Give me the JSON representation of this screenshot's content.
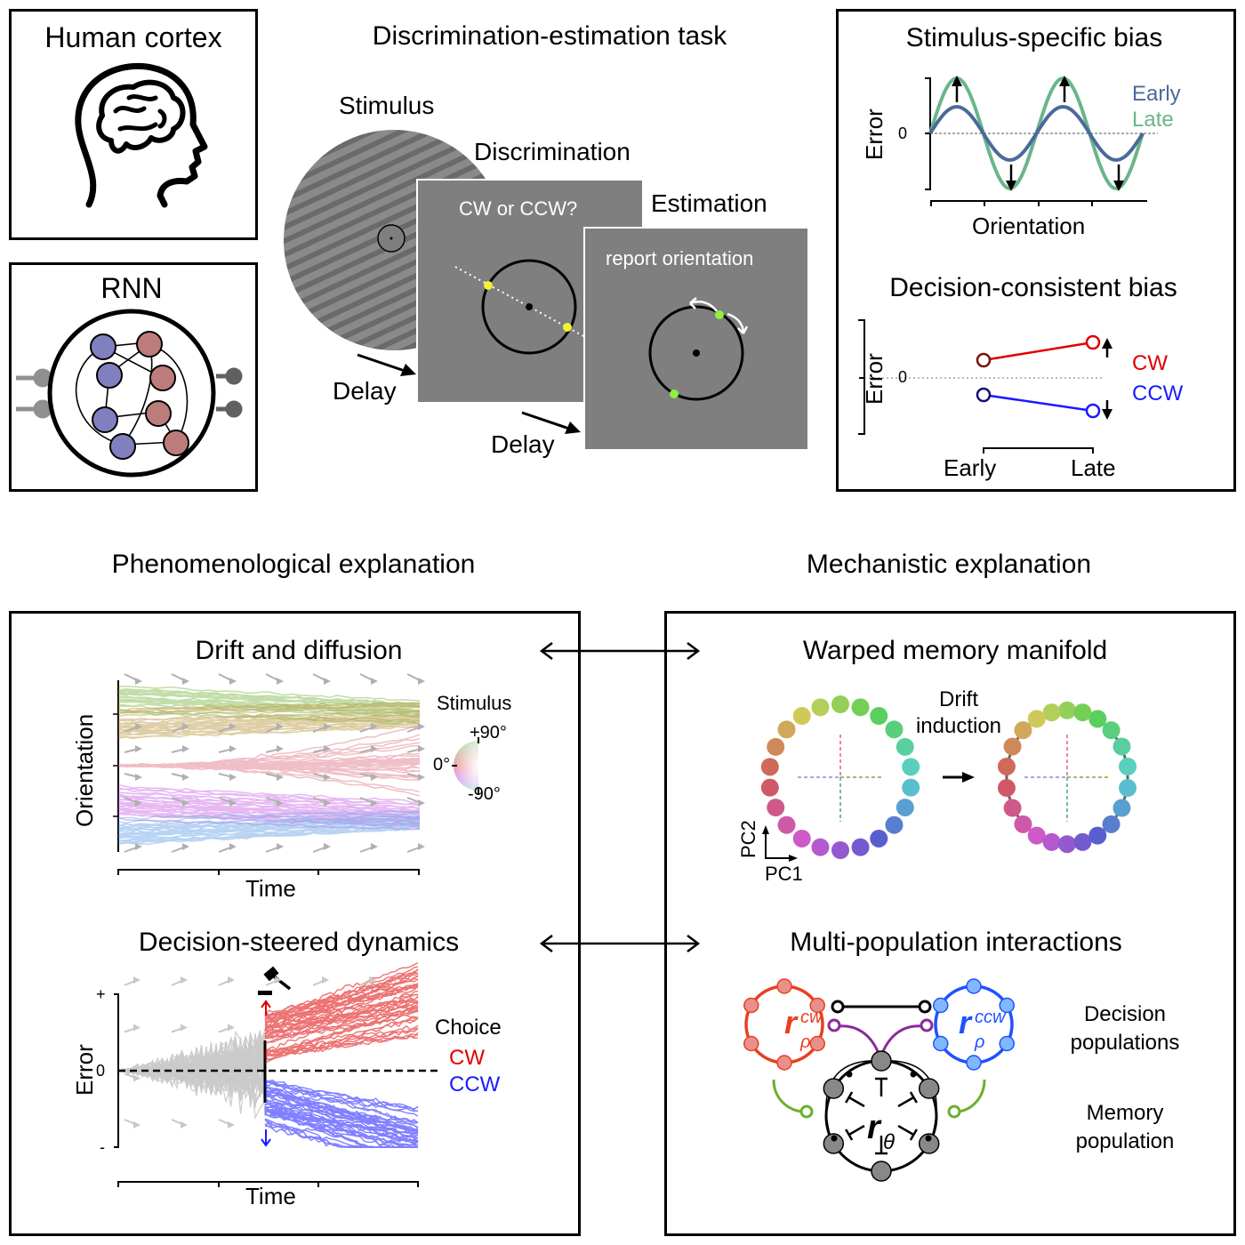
{
  "panels": {
    "human_cortex": {
      "title": "Human cortex",
      "icon": "brain-head-icon"
    },
    "rnn": {
      "title": "RNN",
      "icon": "rnn-network-icon",
      "units": {
        "excitatory_color": "#8080c0",
        "inhibitory_color": "#bd7c7c"
      }
    },
    "task": {
      "title": "Discrimination-estimation task",
      "stimulus_label": "Stimulus",
      "discrimination_label": "Discrimination",
      "discrimination_prompt": "CW or CCW?",
      "estimation_label": "Estimation",
      "estimation_prompt": "report orientation",
      "delay_label_1": "Delay",
      "delay_label_2": "Delay",
      "colors": {
        "screen": "#7f7f7f",
        "discrimination_marker": "#f5f030",
        "estimation_marker": "#8ff040"
      }
    },
    "stimulus_bias": {
      "title": "Stimulus-specific bias",
      "ylabel": "Error",
      "xlabel": "Orientation",
      "zero_tick": "0",
      "legend": [
        {
          "name": "Early",
          "color": "#4a6a9a"
        },
        {
          "name": "Late",
          "color": "#6bb58a"
        }
      ]
    },
    "decision_bias": {
      "title": "Decision-consistent bias",
      "ylabel": "Error",
      "zero_tick": "0",
      "categories": [
        "Early",
        "Late"
      ],
      "legend": [
        {
          "name": "CW",
          "color": "#e00000"
        },
        {
          "name": "CCW",
          "color": "#1a1aff"
        }
      ]
    }
  },
  "sections": {
    "phenomenological": "Phenomenological explanation",
    "mechanistic": "Mechanistic explanation"
  },
  "drift_diffusion": {
    "title": "Drift and diffusion",
    "ylabel": "Orientation",
    "xlabel": "Time",
    "legend_title": "Stimulus",
    "colorwheel_labels": {
      "top": "+90°",
      "mid": "0°",
      "bottom": "-90°"
    },
    "bands": [
      {
        "color": "#7ab540"
      },
      {
        "color": "#b8953a"
      },
      {
        "color": "#df7085"
      },
      {
        "color": "#c864e6"
      },
      {
        "color": "#64a0e6"
      }
    ]
  },
  "decision_steered": {
    "title": "Decision-steered dynamics",
    "ylabel": "Error",
    "xlabel": "Time",
    "y_ticks": {
      "top": "+",
      "zero": "0",
      "bottom": "-"
    },
    "legend_title": "Choice",
    "legend": [
      {
        "name": "CW",
        "color": "#e00000"
      },
      {
        "name": "CCW",
        "color": "#1a1aff"
      }
    ],
    "decision_icon": "gavel-icon"
  },
  "warped_manifold": {
    "title": "Warped memory manifold",
    "transition_label": "Drift induction",
    "axis_labels": {
      "x": "PC1",
      "y": "PC2"
    }
  },
  "multi_population": {
    "title": "Multi-population interactions",
    "cw_label_base": "r",
    "cw_sup": "cw",
    "cw_sub": "ρ",
    "ccw_label_base": "r",
    "ccw_sup": "ccw",
    "ccw_sub": "ρ",
    "memory_label_base": "r",
    "memory_sub": "θ",
    "decision_populations_label": "Decision populations",
    "memory_population_label": "Memory population",
    "colors": {
      "cw": "#e84020",
      "cw_fill": "#e8908a",
      "ccw": "#2050ff",
      "ccw_fill": "#80b8ff",
      "memory_fill": "#888888",
      "mutual": "#000000",
      "feedback": "#8a2a9a",
      "feedforward": "#6ab030"
    }
  }
}
